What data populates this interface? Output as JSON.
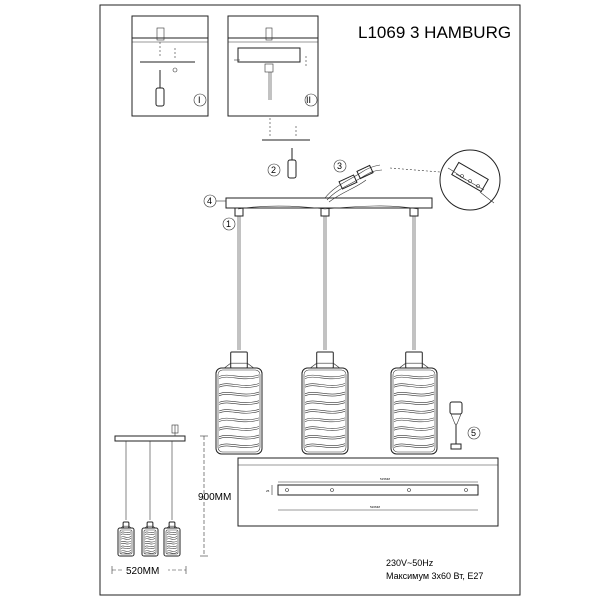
{
  "title": "L1069 3 HAMBURG",
  "step_markers": [
    "I",
    "II"
  ],
  "callouts": [
    "1",
    "2",
    "3",
    "4",
    "5"
  ],
  "dimensions": {
    "height": "900MM",
    "width": "520MM"
  },
  "canopy_drawing": {
    "top_label": "515MM",
    "side_label": "25",
    "bottom_label": "520MM"
  },
  "specs": {
    "line1": "230V~50Hz",
    "line2": "Максимум 3х60 Вт, E27"
  }
}
